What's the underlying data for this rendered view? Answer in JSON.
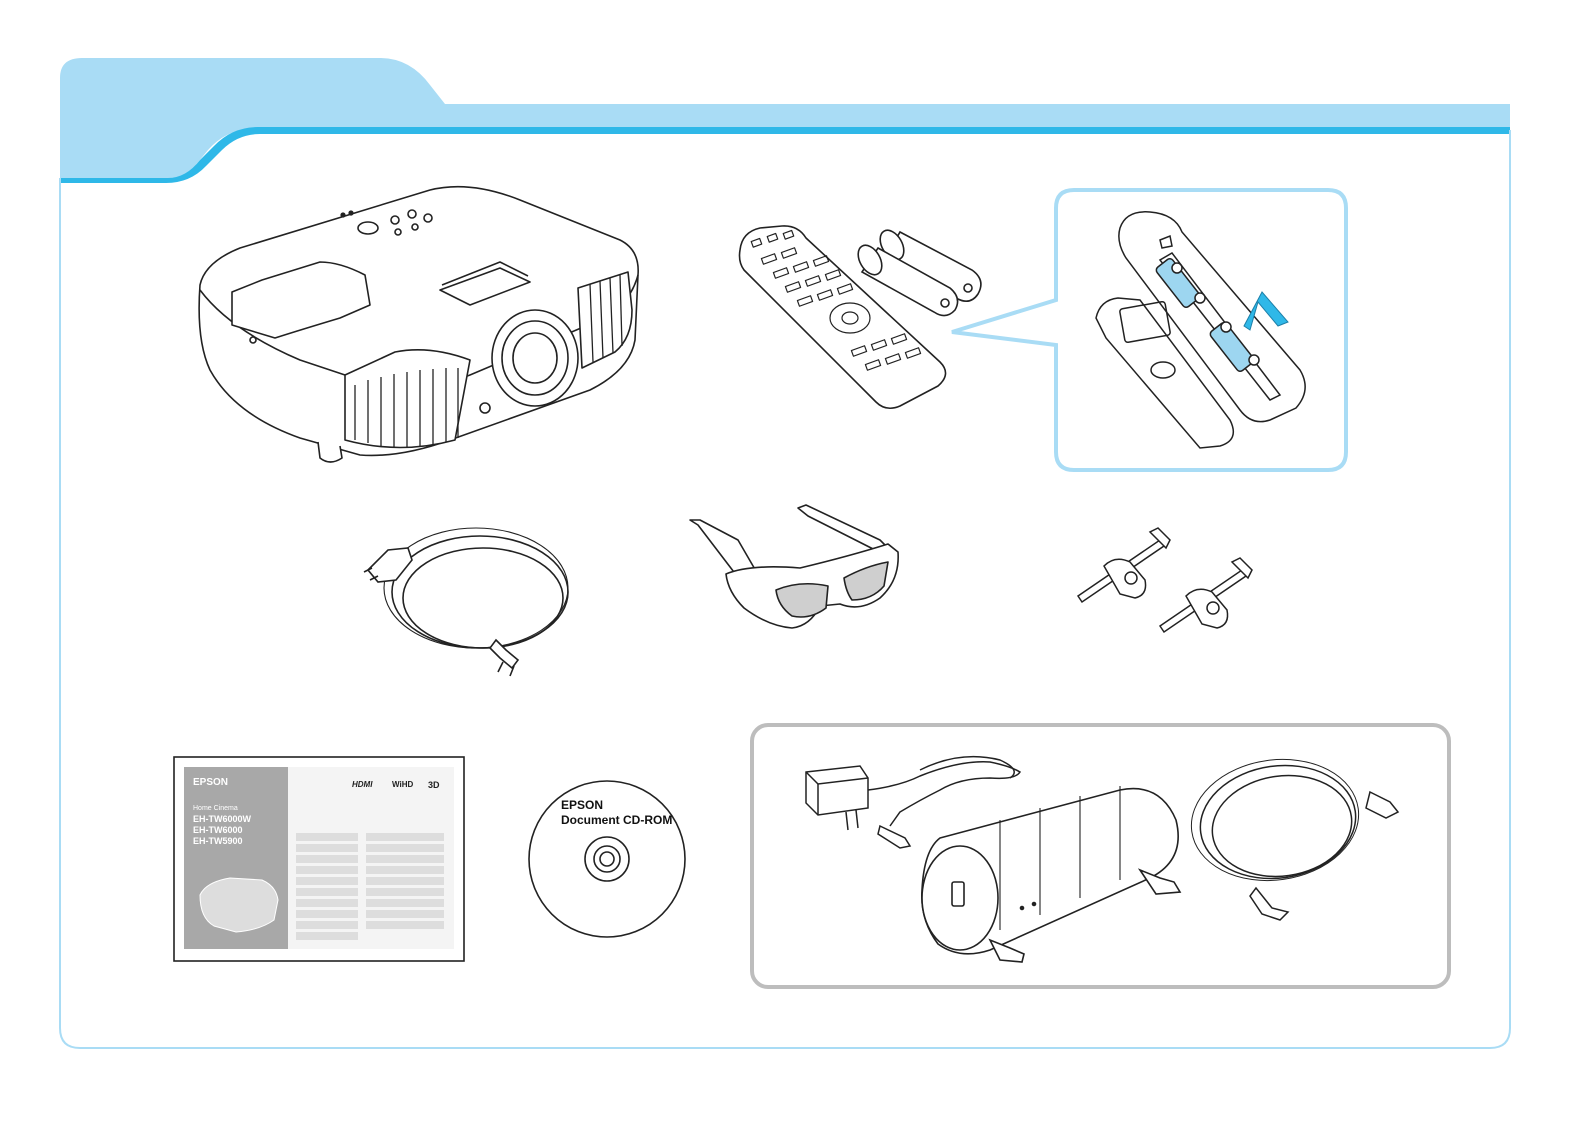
{
  "page": {
    "accent_color": "#2fb8e8",
    "tab_color": "#a9dcf5",
    "frame_color": "#a9dcf5",
    "option_box_color": "#bdbdbd"
  },
  "items": {
    "projector": "projector",
    "remote": "remote-control",
    "batteries": "batteries",
    "remote_battery_callout": "battery-insertion-callout",
    "power_cord": "power-cord",
    "glasses": "3d-glasses",
    "cable_holders": "cable-holders",
    "quick_start_guide": "quick-start-guide",
    "cd_rom": "document-cd-rom",
    "wireless_hd_kit": "wireless-hd-transmitter-kit"
  },
  "guide": {
    "brand": "EPSON",
    "series": "Home Cinema",
    "models": [
      "EH-TW6000W",
      "EH-TW6000",
      "EH-TW5900"
    ],
    "logos": [
      "HDMI",
      "WiHD",
      "3D"
    ]
  },
  "cd": {
    "brand": "EPSON",
    "title": "Document CD-ROM"
  }
}
